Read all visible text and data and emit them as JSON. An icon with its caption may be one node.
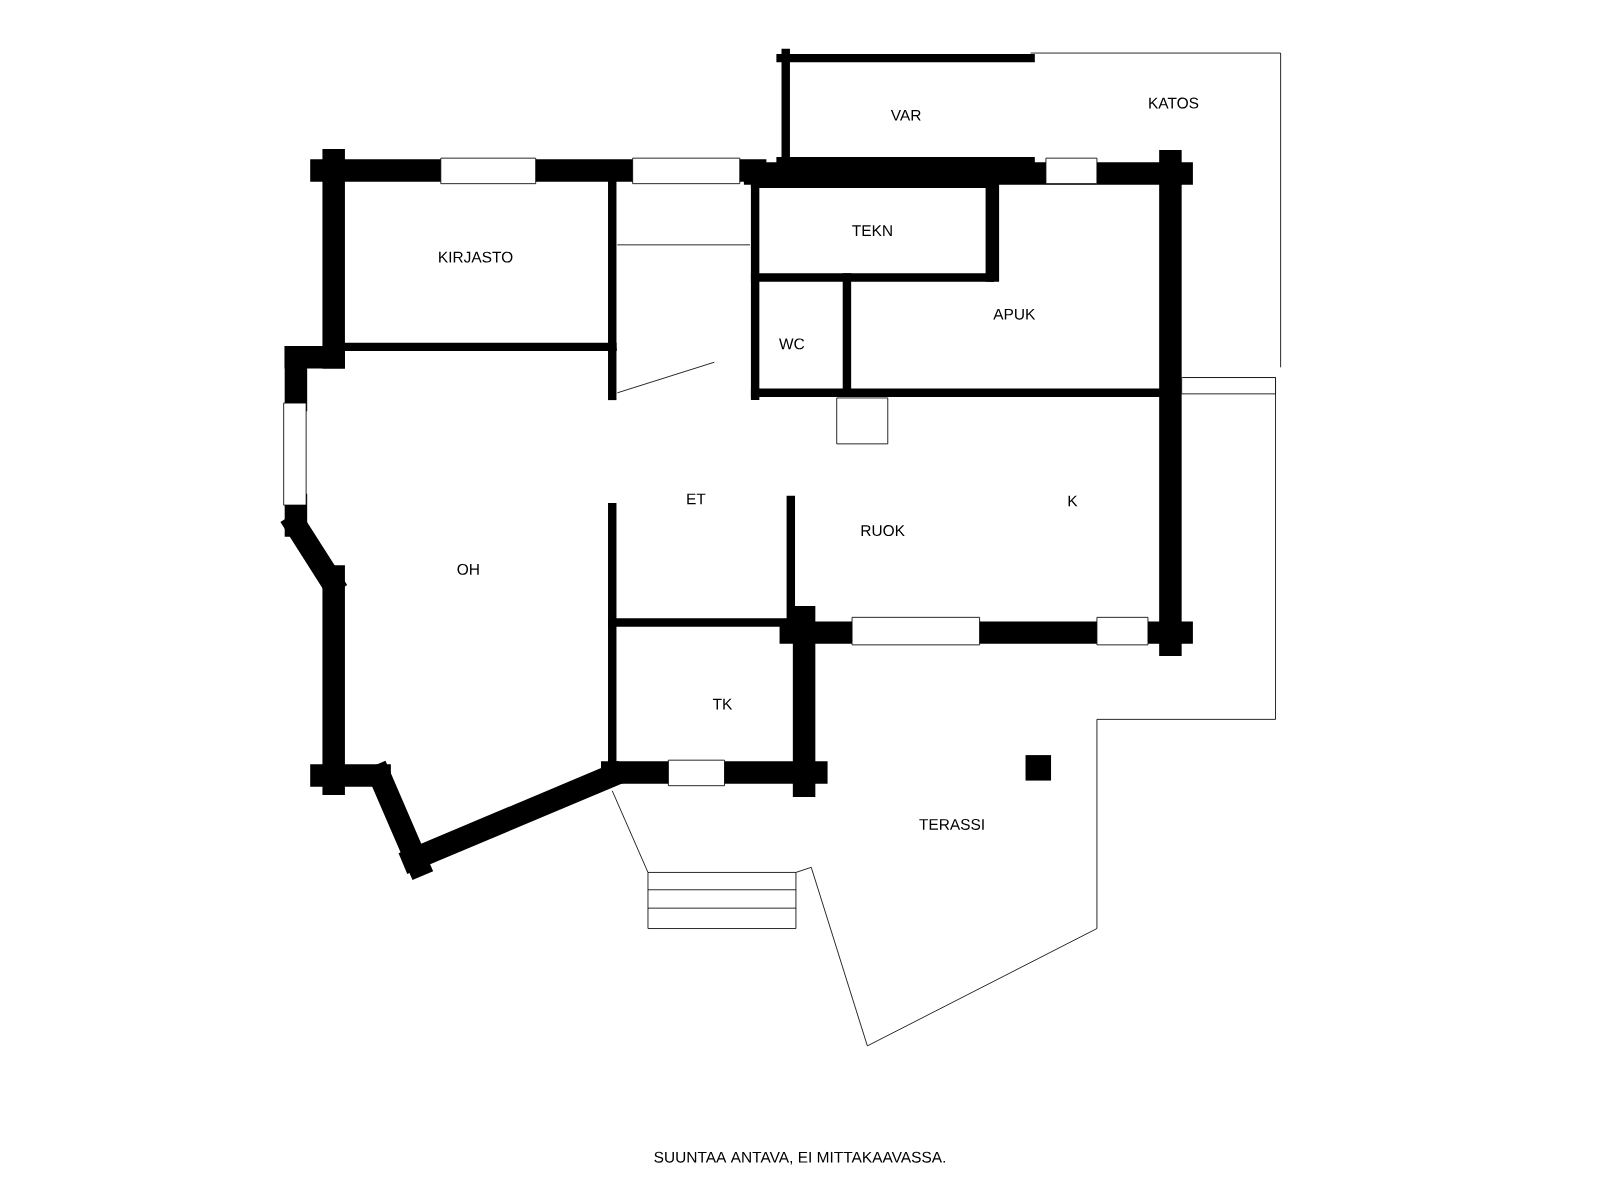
{
  "diagram": {
    "labels": [
      "VAR",
      "KATOS",
      "KIRJASTO",
      "TEKN",
      "APUK",
      "WC",
      "ET",
      "K",
      "RUOK",
      "OH",
      "TK",
      "TERASSI"
    ],
    "caption": "SUUNTAA ANTAVA, EI MITTAKAAVASSA."
  }
}
